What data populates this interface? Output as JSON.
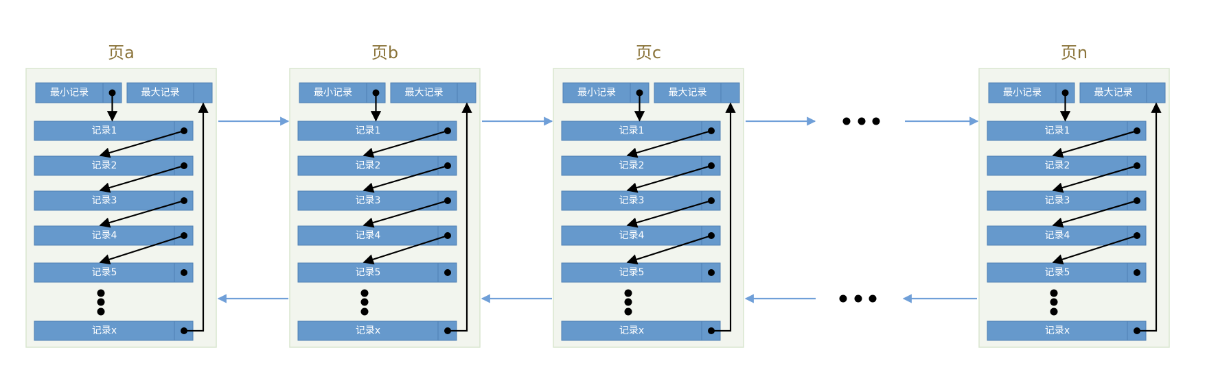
{
  "diagram": {
    "description": "Linked pages of records (InnoDB-style page structure)",
    "colors": {
      "page_bg": "#f2f5ee",
      "page_border": "#d9e6cf",
      "record_fill": "#6699cc",
      "record_border": "#4f7fb3",
      "record_text": "#ffffff",
      "pointer": "#000000",
      "link_arrow": "#6f9fd8",
      "title": "#8a7339"
    },
    "pages": [
      {
        "id": "a",
        "title": "页a",
        "min_record": "最小记录",
        "max_record": "最大记录",
        "records": [
          "记录1",
          "记录2",
          "记录3",
          "记录4",
          "记录5"
        ],
        "last_record": "记录x"
      },
      {
        "id": "b",
        "title": "页b",
        "min_record": "最小记录",
        "max_record": "最大记录",
        "records": [
          "记录1",
          "记录2",
          "记录3",
          "记录4",
          "记录5"
        ],
        "last_record": "记录x"
      },
      {
        "id": "c",
        "title": "页c",
        "min_record": "最小记录",
        "max_record": "最大记录",
        "records": [
          "记录1",
          "记录2",
          "记录3",
          "记录4",
          "记录5"
        ],
        "last_record": "记录x"
      },
      {
        "id": "n",
        "title": "页n",
        "min_record": "最小记录",
        "max_record": "最大记录",
        "records": [
          "记录1",
          "记录2",
          "记录3",
          "记录4",
          "记录5"
        ],
        "last_record": "记录x"
      }
    ],
    "links": {
      "forward": "next page",
      "backward": "previous page",
      "ellipsis_between": [
        "c",
        "n"
      ]
    }
  }
}
